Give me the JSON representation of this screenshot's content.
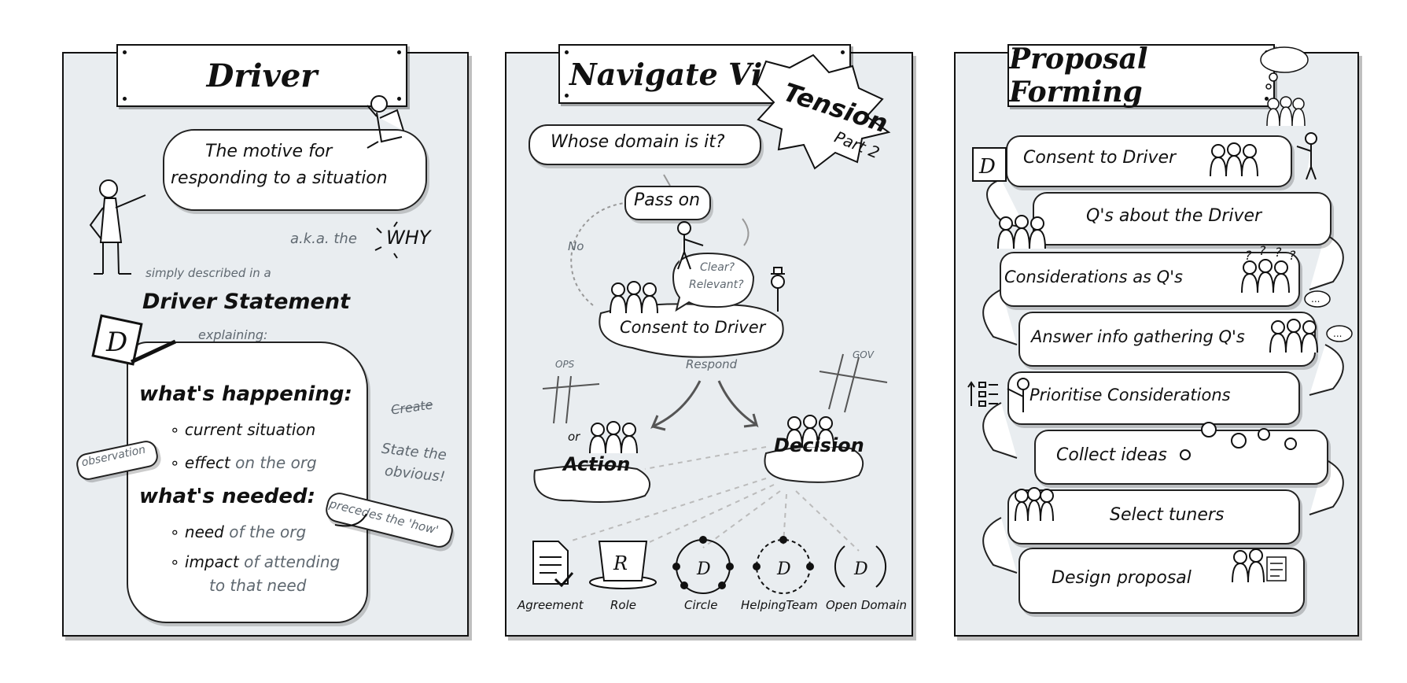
{
  "driver_panel": {
    "title": "Driver",
    "motive_line1": "The motive for",
    "motive_line2": "responding to a situation",
    "aka": "a.k.a. the",
    "why": "WHY",
    "simply": "simply described in a",
    "statement": "Driver Statement",
    "explaining": "explaining:",
    "happening": "what's happening:",
    "current": "current situation",
    "effect": "effect",
    "on_org": "on the org",
    "observation": "observation",
    "create": "Create",
    "state1": "State the",
    "state2": "obvious!",
    "needed": "what's needed:",
    "need": "need",
    "of_org": "of the org",
    "impact": "impact",
    "of_attending": "of attending",
    "to_that_need": "to that need",
    "precedes": "precedes the 'how'"
  },
  "navigate_panel": {
    "title": "Navigate Via",
    "tension": "Tension",
    "part2": "Part 2",
    "whose": "Whose domain is it?",
    "passon": "Pass on",
    "no": "No",
    "clear": "Clear?",
    "relevant": "Relevant?",
    "consent": "Consent to Driver",
    "respond": "Respond",
    "ops": "OPS",
    "gov": "GOV",
    "or": "or",
    "action": "Action",
    "decision": "Decision",
    "outcomes": [
      "Agreement",
      "Role",
      "Circle",
      "HelpingTeam",
      "Open Domain"
    ]
  },
  "proposal_panel": {
    "title": "Proposal Forming",
    "steps": [
      "Consent to Driver",
      "Q's about the Driver",
      "Considerations as Q's",
      "Answer info gathering Q's",
      "Prioritise Considerations",
      "Collect ideas",
      "Select tuners",
      "Design proposal"
    ]
  }
}
